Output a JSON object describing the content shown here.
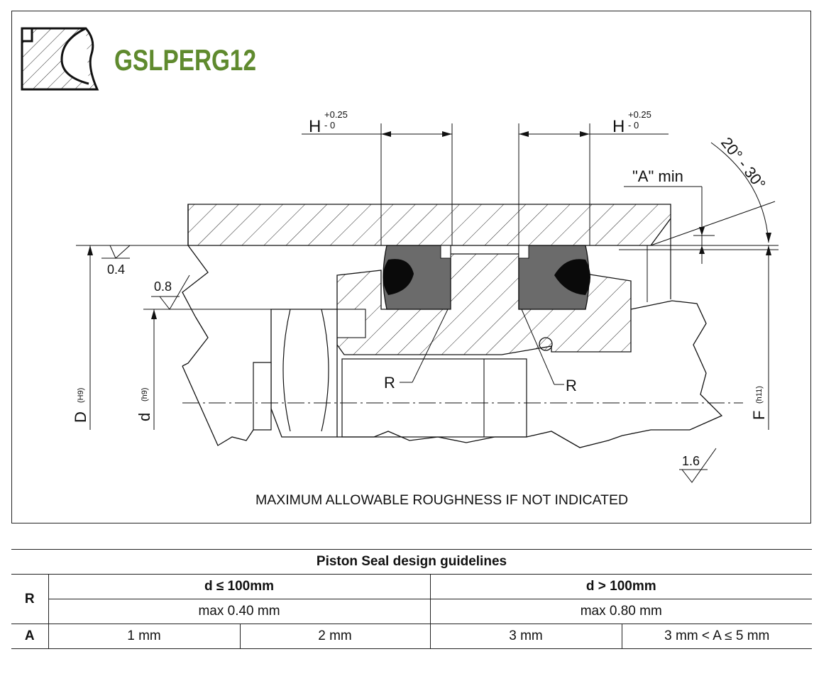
{
  "drawing": {
    "title": "GSLPERG12",
    "title_color": "#5f8a2e",
    "seal_color": "#6b6b6b",
    "groove_width_label": "H",
    "groove_width_tol_upper": "+0.25",
    "groove_width_tol_lower": "- 0",
    "a_min_label": "\"A\" min",
    "angle_label": "20° - 30°",
    "bore_label": "D",
    "bore_tol": "(H9)",
    "rod_label": "d",
    "rod_tol": "(h9)",
    "f_label": "F",
    "f_tol": "(h11)",
    "radius_label": "R",
    "roughness_bore": "0.4",
    "roughness_groove": "0.8",
    "roughness_general": "1.6",
    "note": "MAXIMUM ALLOWABLE ROUGHNESS IF NOT INDICATED"
  },
  "table": {
    "title": "Piston Seal design guidelines",
    "row_r_label": "R",
    "row_a_label": "A",
    "col_small": "d ≤ 100mm",
    "col_large": "d > 100mm",
    "r_small": "max 0.40 mm",
    "r_large": "max 0.80 mm",
    "a_values": [
      "1 mm",
      "2 mm",
      "3 mm",
      "3 mm < A ≤ 5 mm"
    ]
  }
}
